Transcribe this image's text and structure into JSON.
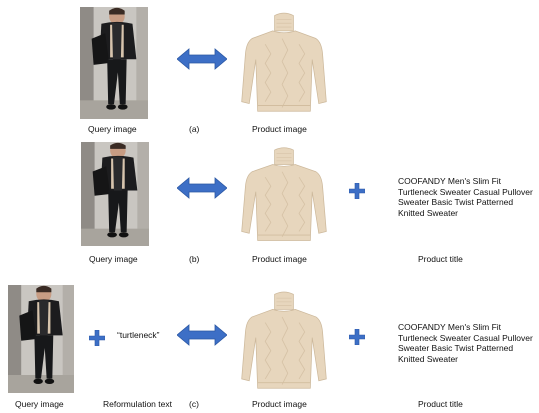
{
  "rows": [
    {
      "id": "a",
      "query_label": "Query image",
      "tag": "(a)",
      "product_label": "Product image"
    },
    {
      "id": "b",
      "query_label": "Query image",
      "tag": "(b)",
      "product_label": "Product image",
      "product_title_label": "Product title",
      "product_title_text": "COOFANDY Men's Slim Fit Turtleneck Sweater Casual Pullover Sweater Basic Twist Patterned Knitted Sweater"
    },
    {
      "id": "c",
      "query_label": "Query image",
      "reformulation_text": "“turtleneck”",
      "reformulation_label": "Reformulation text",
      "tag": "(c)",
      "product_label": "Product image",
      "product_title_label": "Product title",
      "product_title_text": "COOFANDY Men's Slim Fit Turtleneck Sweater Casual Pullover Sweater Basic Twist Patterned Knitted Sweater"
    }
  ],
  "colors": {
    "arrow": "#3d6fc6",
    "plus": "#3d6fc6",
    "sweater": "#e7d6bd"
  },
  "icons": {
    "match": "double-arrow-icon",
    "combine": "plus-icon"
  }
}
